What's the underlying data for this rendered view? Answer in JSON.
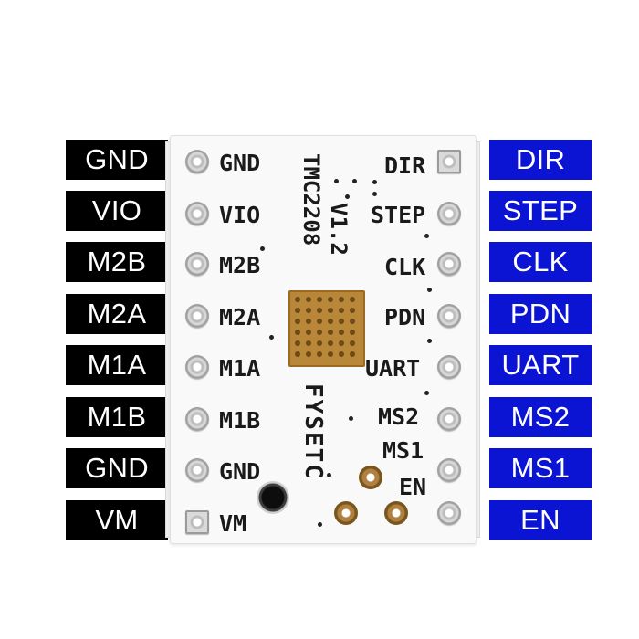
{
  "left_pins": [
    "GND",
    "VIO",
    "M2B",
    "M2A",
    "M1A",
    "M1B",
    "GND",
    "VM"
  ],
  "right_pins": [
    "DIR",
    "STEP",
    "CLK",
    "PDN",
    "UART",
    "MS2",
    "MS1",
    "EN"
  ],
  "board": {
    "left_silk": [
      "GND",
      "VIO",
      "M2B",
      "M2A",
      "M1A",
      "M1B",
      "GND",
      "VM"
    ],
    "right_silk": [
      "DIR",
      "STEP",
      "CLK",
      "PDN",
      "UART",
      "MS2"
    ],
    "ms1_silk": "MS1",
    "en_silk": "EN",
    "chip_name": "TMC2208",
    "version": "V1.2",
    "brand": "FYSETC"
  },
  "colors": {
    "left_label_bg": "#000000",
    "right_label_bg": "#0a14d2",
    "thermal_pad": "#b8873a"
  }
}
